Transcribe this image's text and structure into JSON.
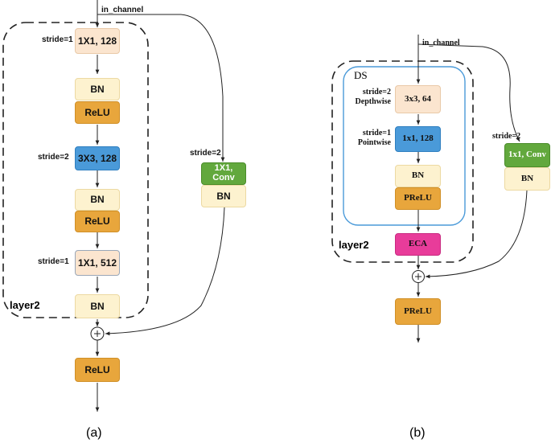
{
  "diagram_a": {
    "input_label": "in_channel",
    "conv1": "1X1, 128",
    "conv1_stride": "stride=1",
    "bn1": "BN",
    "relu1": "ReLU",
    "conv2": "3X3, 128",
    "conv2_stride": "stride=2",
    "bn2": "BN",
    "relu2": "ReLU",
    "conv3": "1X1, 512",
    "conv3_stride": "stride=1",
    "bn3": "BN",
    "layer_label": "layer2",
    "shortcut_conv": "1X1,\nConv",
    "shortcut_stride": "stride=2",
    "shortcut_bn": "BN",
    "out_relu": "ReLU",
    "caption": "(a)"
  },
  "diagram_b": {
    "input_label": "in_channel",
    "ds_label": "DS",
    "dw_conv": "3x3, 64",
    "dw_stride": "stride=2\nDepthwise",
    "pw_conv": "1x1, 128",
    "pw_stride": "stride=1\nPointwise",
    "bn": "BN",
    "prelu": "PReLU",
    "eca": "ECA",
    "layer_label": "layer2",
    "shortcut_conv": "1x1, Conv",
    "shortcut_stride": "stride=2",
    "shortcut_bn": "BN",
    "out_prelu": "PReLU",
    "caption": "(b)"
  }
}
